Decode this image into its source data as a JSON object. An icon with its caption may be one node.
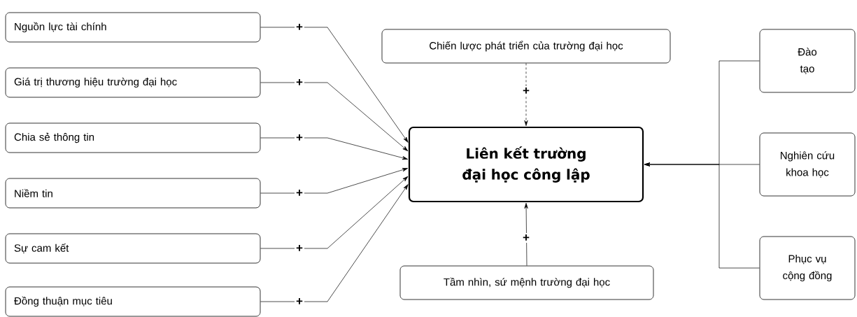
{
  "diagram": {
    "nodes": [
      {
        "text": [
          "Nguồn lực tài chính"
        ]
      },
      {
        "text": [
          "Giá trị thương hiệu trường đại học"
        ]
      },
      {
        "text": [
          "Chia sẻ thông tin"
        ]
      },
      {
        "text": [
          "Niềm tin"
        ]
      },
      {
        "text": [
          "Sự cam kết"
        ]
      },
      {
        "text": [
          "Đồng thuận mục tiêu"
        ]
      },
      {
        "text": [
          "Chiến lược phát triển của trường đại học"
        ]
      },
      {
        "text": [
          "Liên kết trường đại học công lập"
        ]
      },
      {
        "text": [
          "Tầm nhìn, sứ mệnh trường đại học"
        ]
      },
      {
        "text": [
          "Đào tạo"
        ]
      },
      {
        "text": [
          "Nghiên cứu khoa học"
        ]
      },
      {
        "text": [
          "Phục vụ cộng đồng"
        ]
      }
    ],
    "edges": [
      {
        "from": 0,
        "to": 7,
        "arrow": "to",
        "label": "+"
      },
      {
        "from": 1,
        "to": 7,
        "arrow": "to",
        "label": "+"
      },
      {
        "from": 2,
        "to": 7,
        "arrow": "to",
        "label": "+"
      },
      {
        "from": 3,
        "to": 7,
        "arrow": "to",
        "label": "+"
      },
      {
        "from": 4,
        "to": 7,
        "arrow": "to",
        "label": "+"
      },
      {
        "from": 5,
        "to": 7,
        "arrow": "to",
        "label": "+"
      },
      {
        "from": 6,
        "to": 7,
        "arrow": "to",
        "label": "+",
        "style": "dashed"
      },
      {
        "from": 8,
        "to": 7,
        "arrow": "to",
        "label": "+"
      },
      {
        "from": 9,
        "to": 7,
        "arrow": "to"
      },
      {
        "from": 10,
        "to": 7,
        "arrow": "to"
      },
      {
        "from": 11,
        "to": 7,
        "arrow": "to"
      }
    ]
  }
}
